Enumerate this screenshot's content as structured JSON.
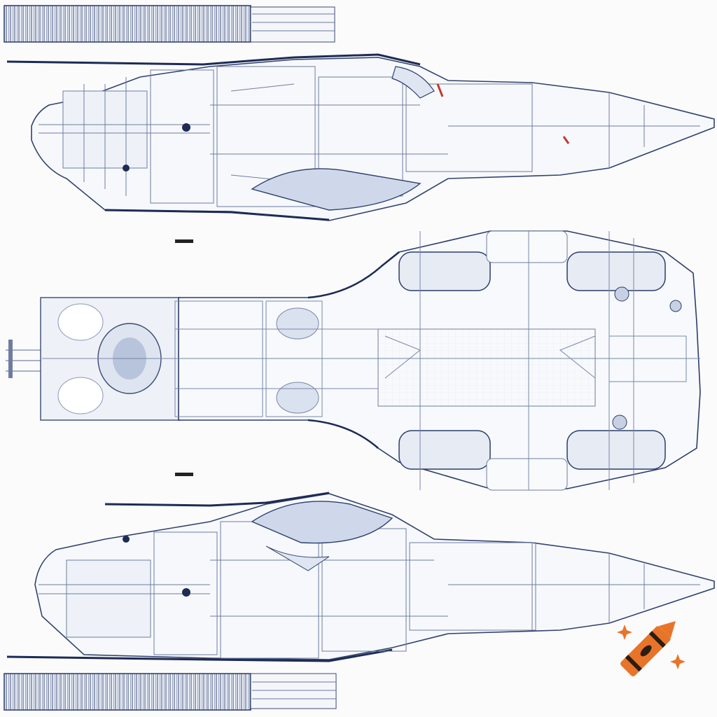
{
  "blueprint": {
    "views": [
      {
        "name": "side-view-top"
      },
      {
        "name": "top-plan-view"
      },
      {
        "name": "side-view-bottom"
      }
    ],
    "colors": {
      "paper": "#fbfbfc",
      "ink": "#1f2f5c",
      "light_ink": "#9aa6c4",
      "shade": "#dfe5f0",
      "accent": "#c03a2b",
      "badge_orange": "#e8742a"
    }
  },
  "badge": {
    "icon": "crayon-icon",
    "sparkles": [
      "sparkle-icon",
      "sparkle-icon"
    ]
  }
}
